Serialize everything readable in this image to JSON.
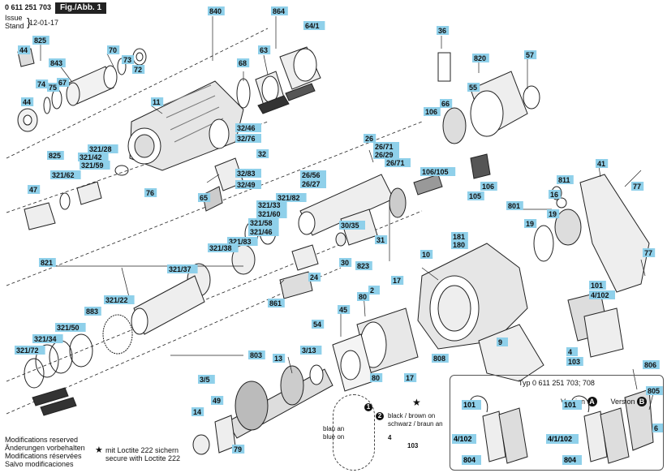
{
  "header": {
    "doc_number": "0 611 251 703",
    "issue_label_en": "Issue",
    "issue_label_de": "Stand",
    "issue_date": "12-01-17",
    "figure_label": "Fig./Abb. 1"
  },
  "footer": {
    "modifications": [
      "Modifications reserved",
      "Änderungen vorbehalten",
      "Modifications réservées",
      "Salvo modificaciones"
    ],
    "loctite_de": "mit Loctite 222 sichern",
    "loctite_en": "secure with Loctite 222",
    "star": "★"
  },
  "inset": {
    "title": "Typ 0 611 251 703; 708",
    "version_label": "Version",
    "version_a": "A",
    "version_b": "B",
    "parts_a": [
      "101",
      "4/102",
      "804"
    ],
    "parts_b": [
      "101",
      "4/1/102",
      "804"
    ]
  },
  "wire_note": {
    "black_brown": "black / brown on",
    "schwarz_braun": "schwarz / braun an",
    "blau_an": "blau an",
    "blue_on": "blue on",
    "n1": "1",
    "n2": "2",
    "part_4": "4",
    "part_103": "103"
  },
  "part_labels": [
    "840",
    "864",
    "64/1",
    "825",
    "44",
    "843",
    "70",
    "74",
    "75",
    "67",
    "68",
    "63",
    "44",
    "73",
    "72",
    "11",
    "825",
    "321/28",
    "321/42",
    "321/59",
    "321/62",
    "47",
    "76",
    "32/46",
    "32/76",
    "32",
    "32/83",
    "32/49",
    "26",
    "26/71",
    "26/29",
    "26/71",
    "26/56",
    "26/27",
    "30/35",
    "31",
    "30",
    "823",
    "321/82",
    "321/33",
    "321/60",
    "321/58",
    "321/46",
    "321/83",
    "321/38",
    "65",
    "24",
    "861",
    "821",
    "321/37",
    "321/22",
    "883",
    "321/50",
    "321/34",
    "321/72",
    "36",
    "820",
    "57",
    "66",
    "55",
    "106",
    "106/105",
    "105",
    "106",
    "41",
    "77",
    "811",
    "16",
    "801",
    "19",
    "19",
    "77",
    "181",
    "180",
    "10",
    "17",
    "2",
    "80",
    "45",
    "54",
    "808",
    "9",
    "80",
    "17",
    "101",
    "4/102",
    "4",
    "103",
    "803",
    "3/13",
    "3/5",
    "49",
    "14",
    "79",
    "806",
    "805",
    "6",
    "13"
  ]
}
